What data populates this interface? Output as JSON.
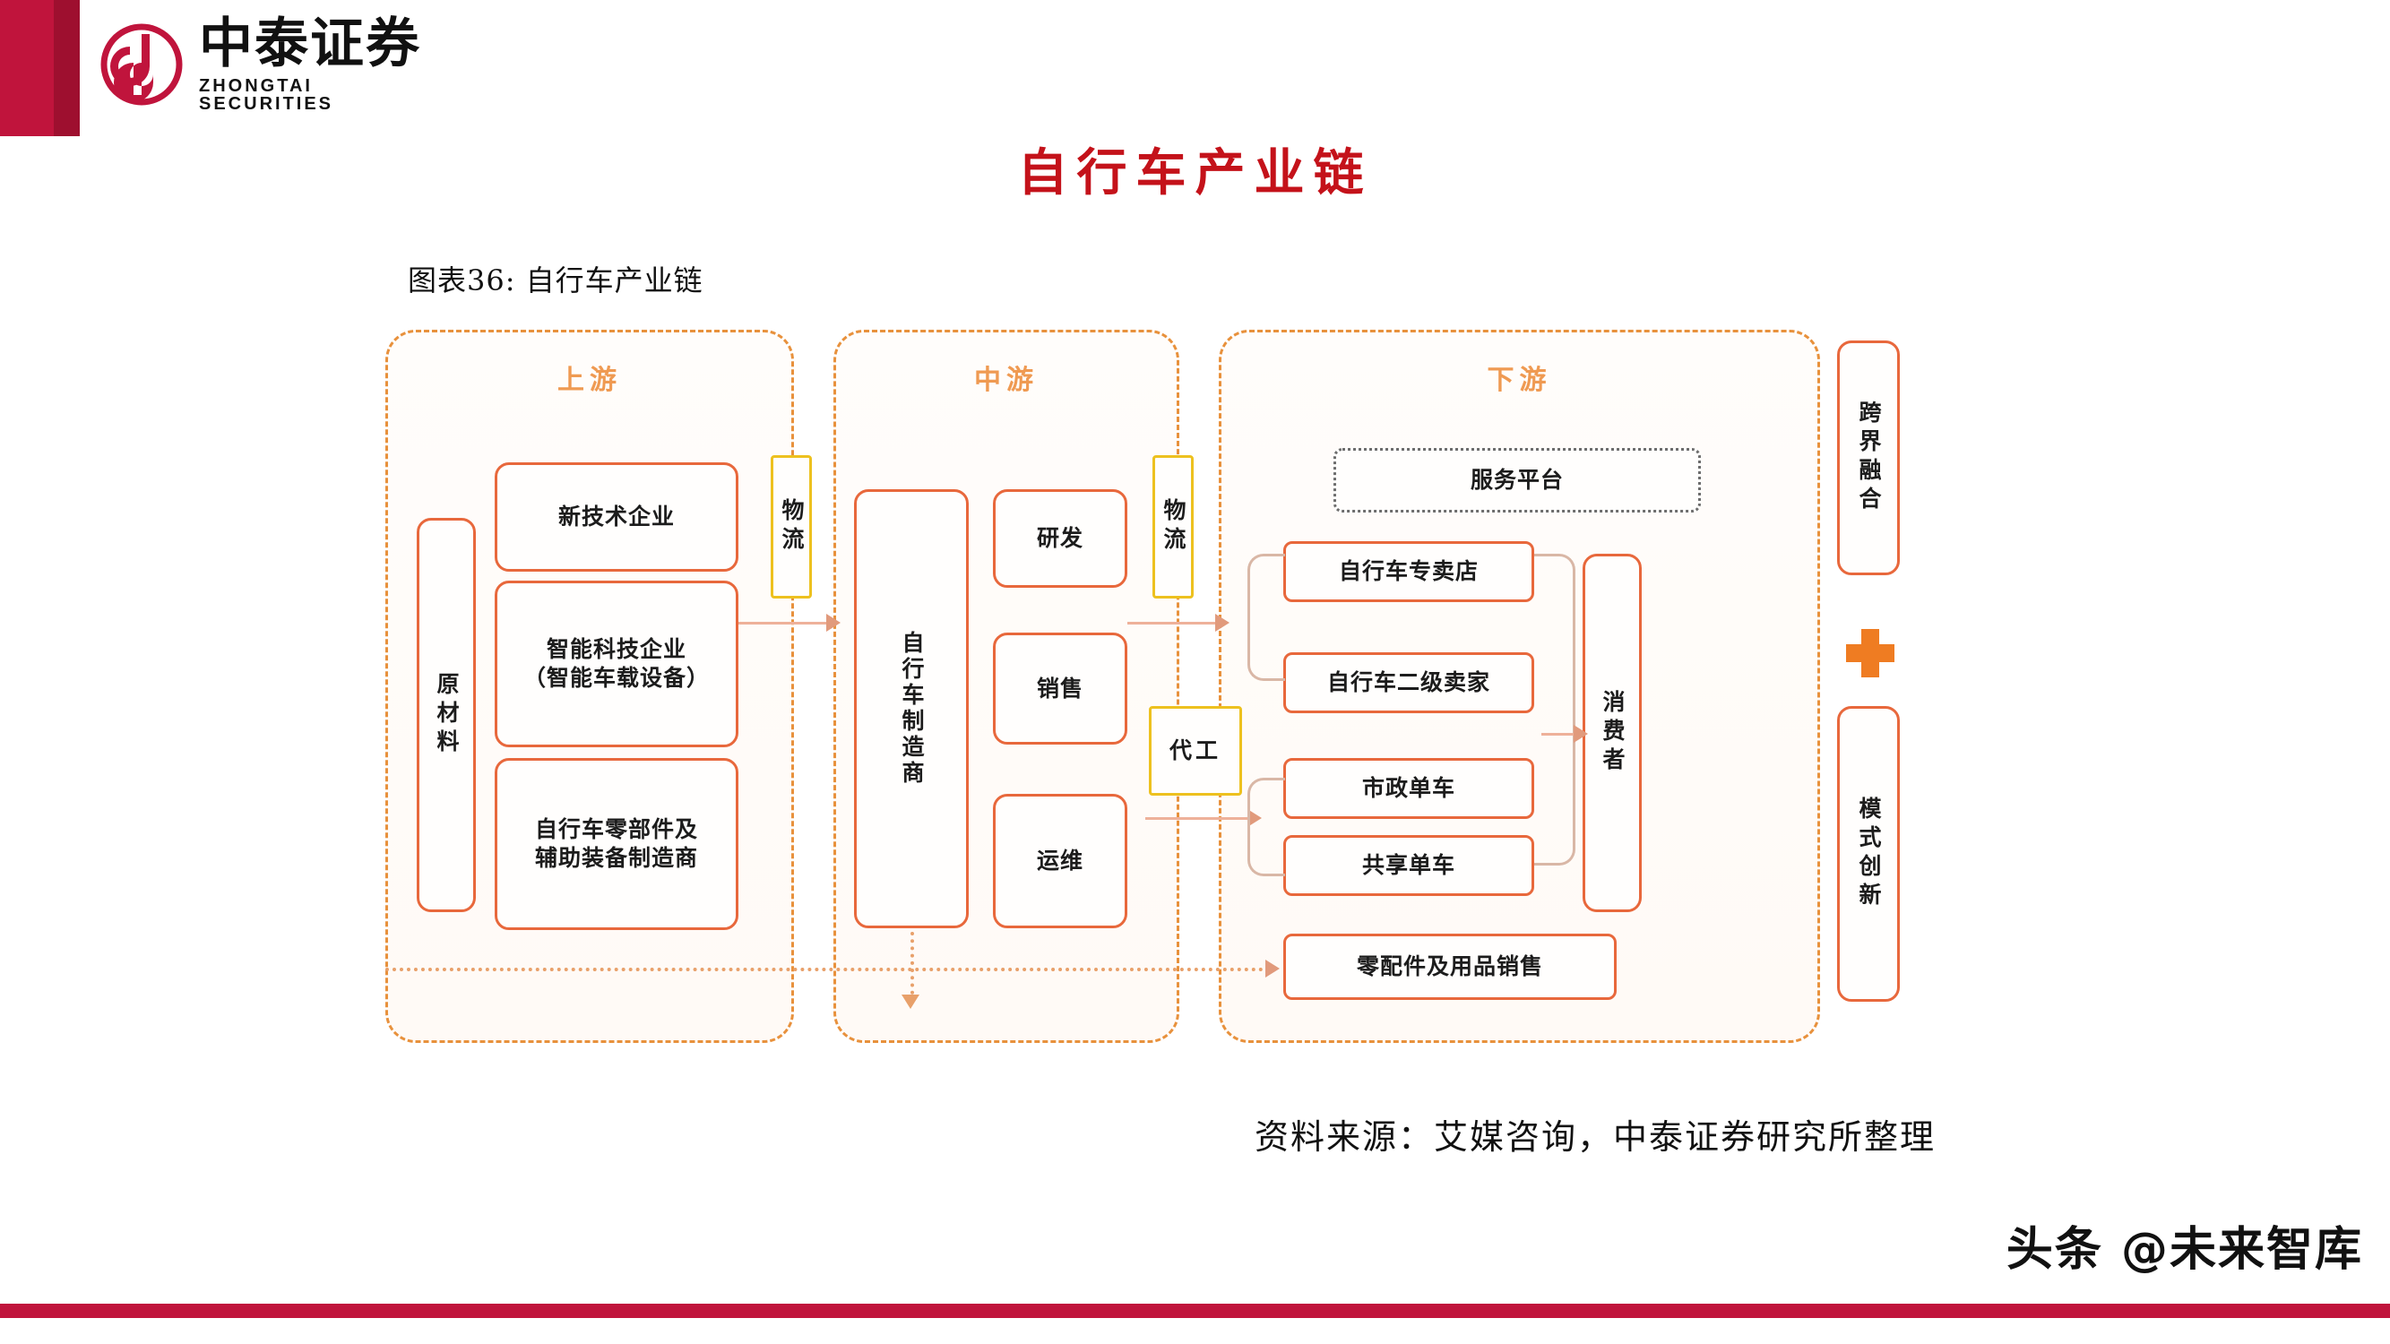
{
  "brand": {
    "logo_cn": "中泰证券",
    "logo_en": "ZHONGTAI SECURITIES",
    "accent_color": "#c0143c"
  },
  "page_title": "自行车产业链",
  "figure_caption": "图表36: 自行车产业链",
  "source_note": "资料来源：艾媒咨询，中泰证券研究所整理",
  "watermark": "头条 @未来智库",
  "chart_data": {
    "type": "diagram",
    "title": "自行车产业链",
    "zones": [
      {
        "id": "upstream",
        "label": "上游"
      },
      {
        "id": "midstream",
        "label": "中游"
      },
      {
        "id": "downstream",
        "label": "下游"
      }
    ],
    "nodes": {
      "raw_material": "原材料",
      "new_tech": "新技术企业",
      "smart_tech": "智能科技企业\n（智能车载设备）",
      "parts_maker": "自行车零部件及\n辅助装备制造商",
      "logistics_1": "物流",
      "logistics_2": "物流",
      "manufacturer": "自行车制造商",
      "rnd": "研发",
      "sales": "销售",
      "ops": "运维",
      "oem": "代工",
      "service_platform": "服务平台",
      "brand_store": "自行车专卖店",
      "second_seller": "自行车二级卖家",
      "municipal_bike": "市政单车",
      "shared_bike": "共享单车",
      "accessory_sales": "零配件及用品销售",
      "consumer": "消费者",
      "cross_border": "跨界融合",
      "model_innovation": "模式创新"
    },
    "colors": {
      "zone_border": "#e8913c",
      "zone_label": "#ef9a52",
      "node_border": "#e8683c",
      "yellow_border": "#edc11f",
      "dotted_border": "#6d6d6d",
      "plus_icon": "#ef7c22",
      "title": "#c4121a"
    }
  }
}
